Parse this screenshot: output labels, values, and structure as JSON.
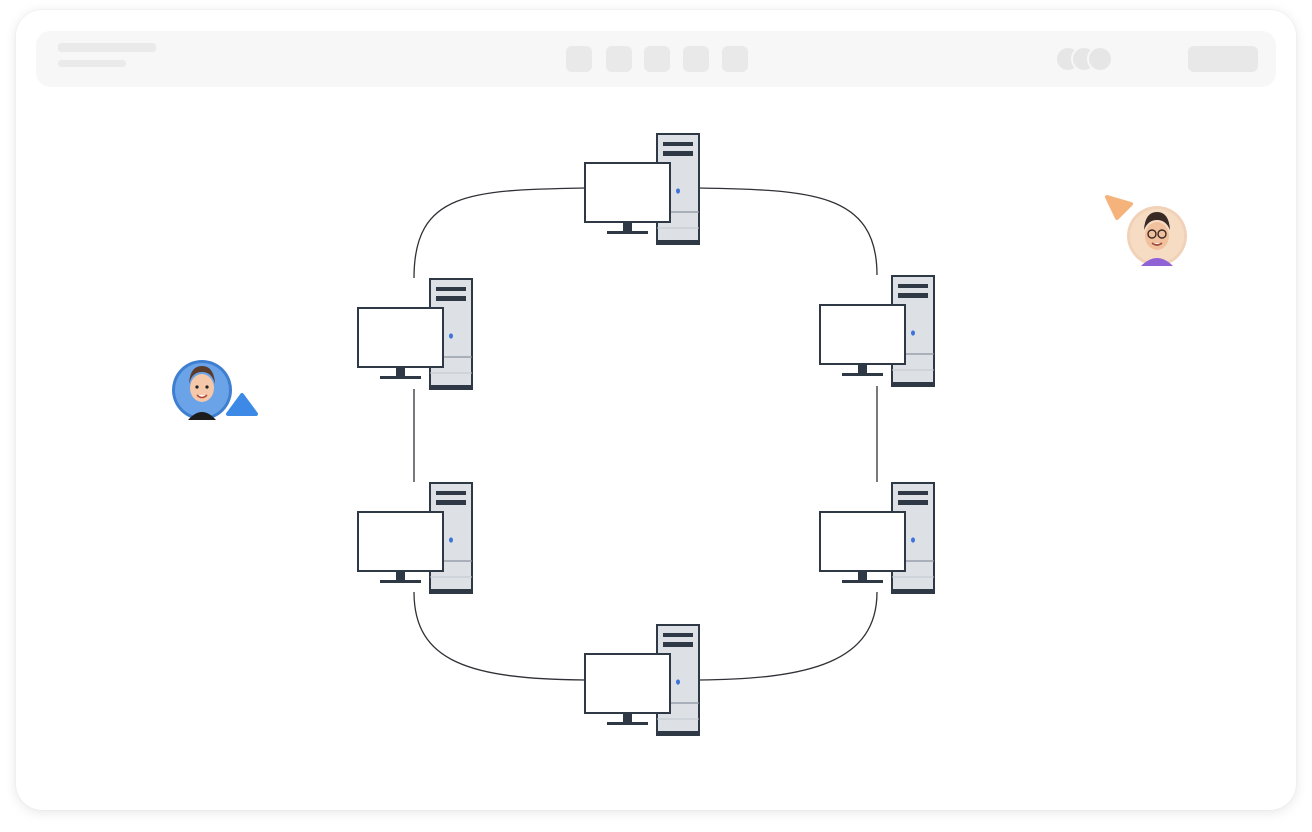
{
  "toolbar": {
    "skeleton": true,
    "tools": [
      "tool-1",
      "tool-2",
      "tool-3",
      "tool-4",
      "tool-5"
    ],
    "presence_avatars": 3
  },
  "diagram": {
    "type": "ring-network",
    "nodes": [
      {
        "id": "pc-top"
      },
      {
        "id": "pc-upper-left"
      },
      {
        "id": "pc-upper-right"
      },
      {
        "id": "pc-lower-left"
      },
      {
        "id": "pc-lower-right"
      },
      {
        "id": "pc-bottom"
      }
    ],
    "links": [
      [
        "pc-top",
        "pc-upper-left"
      ],
      [
        "pc-top",
        "pc-upper-right"
      ],
      [
        "pc-upper-left",
        "pc-lower-left"
      ],
      [
        "pc-upper-right",
        "pc-lower-right"
      ],
      [
        "pc-lower-left",
        "pc-bottom"
      ],
      [
        "pc-lower-right",
        "pc-bottom"
      ]
    ]
  },
  "collaborators": [
    {
      "id": "user-left",
      "cursor_color": "#3d8ae6"
    },
    {
      "id": "user-right",
      "cursor_color": "#f5b27a"
    }
  ],
  "colors": {
    "line": "#2f3136",
    "tower": "#dde1e6",
    "tower_dark": "#2f3945",
    "power_led": "#3d74d9"
  }
}
